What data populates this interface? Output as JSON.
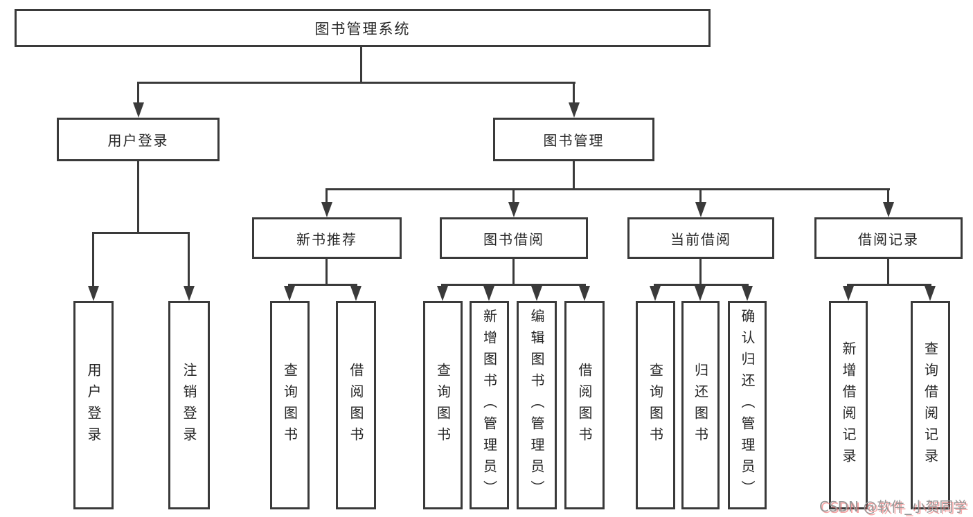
{
  "diagram": {
    "type": "hierarchy-tree",
    "colors": {
      "line": "#3a3a3a",
      "text": "#262626",
      "watermark_gray": "#979797",
      "watermark_red": "#ec5c5c"
    },
    "root": {
      "label": "图书管理系统"
    },
    "branches": [
      {
        "label": "用户登录",
        "children": [
          {
            "label": "用户登录"
          },
          {
            "label": "注销登录"
          }
        ]
      },
      {
        "label": "图书管理",
        "children": [
          {
            "label": "新书推荐",
            "children": [
              {
                "label": "查询图书"
              },
              {
                "label": "借阅图书"
              }
            ]
          },
          {
            "label": "图书借阅",
            "children": [
              {
                "label": "查询图书"
              },
              {
                "label": "新增图书（管理员）"
              },
              {
                "label": "编辑图书（管理员）"
              },
              {
                "label": "借阅图书"
              }
            ]
          },
          {
            "label": "当前借阅",
            "children": [
              {
                "label": "查询图书"
              },
              {
                "label": "归还图书"
              },
              {
                "label": "确认归还（管理员）"
              }
            ]
          },
          {
            "label": "借阅记录",
            "children": [
              {
                "label": "新增借阅记录"
              },
              {
                "label": "查询借阅记录"
              }
            ]
          }
        ]
      }
    ],
    "watermark": "CSDN @软件_小贺同学"
  }
}
